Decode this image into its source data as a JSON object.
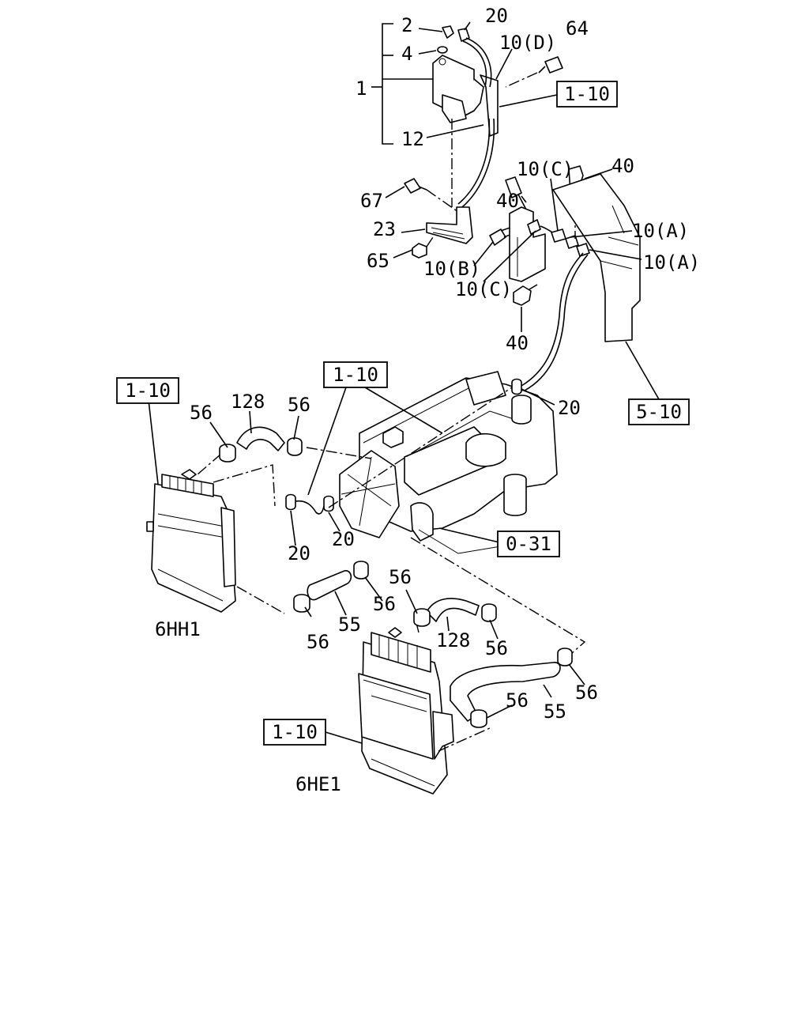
{
  "part_numbers": {
    "p1": "1",
    "p2": "2",
    "p4": "4",
    "p12": "12",
    "p20": "20",
    "p10d": "10(D)",
    "p64": "64",
    "p67": "67",
    "p23": "23",
    "p65": "65",
    "p10b": "10(B)",
    "p10c": "10(C)",
    "p40": "40",
    "p10a": "10(A)",
    "p128": "128",
    "p56": "56",
    "p55": "55"
  },
  "references": {
    "r1_10": "1-10",
    "r5_10": "5-10",
    "r0_31": "0-31"
  },
  "variants": {
    "upper": "6HH1",
    "lower": "6HE1"
  }
}
